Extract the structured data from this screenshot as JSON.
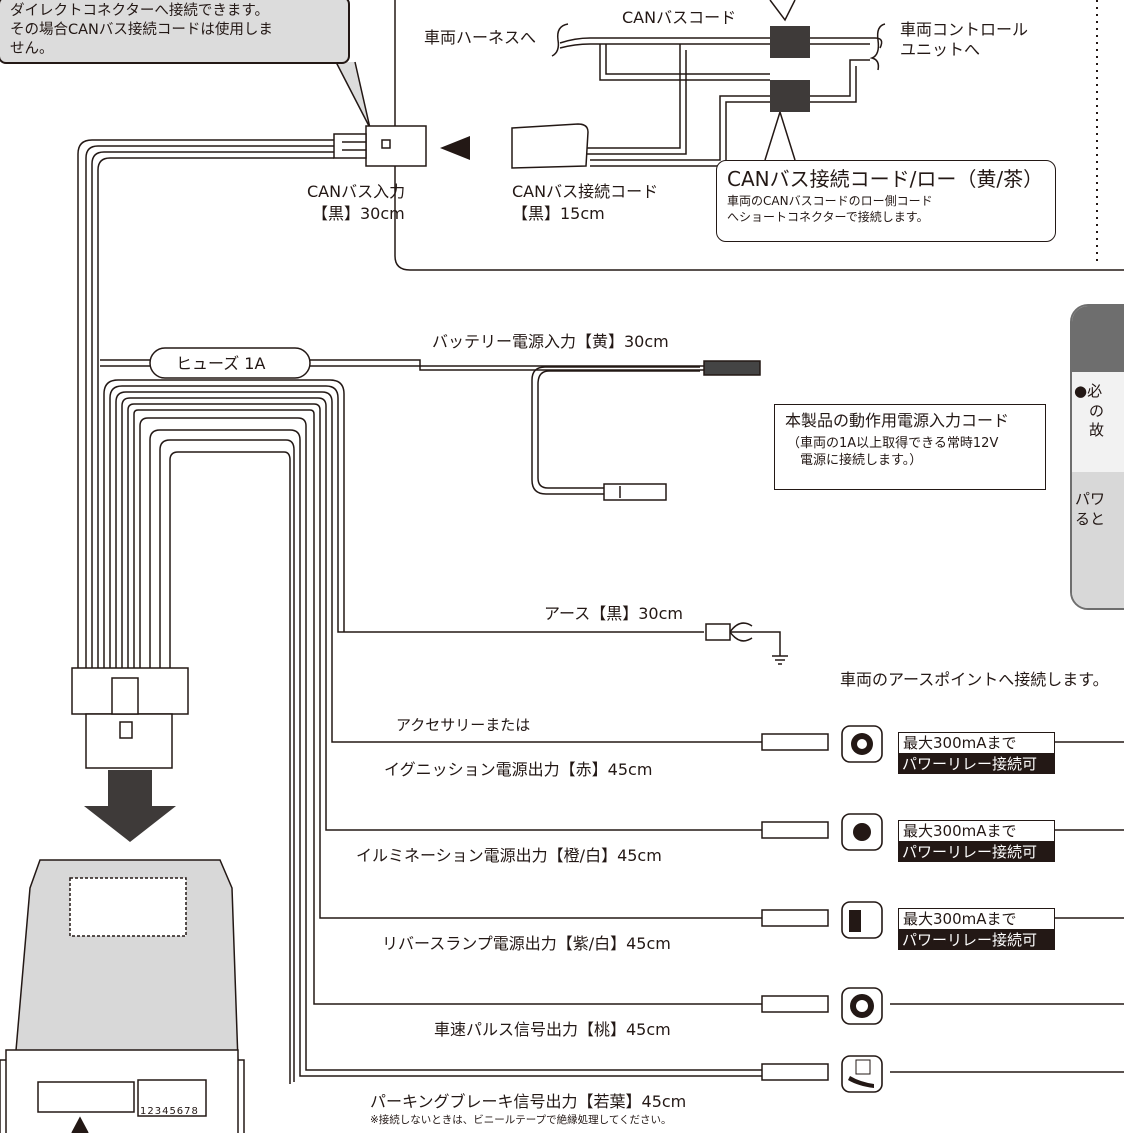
{
  "callout_top": {
    "lines": [
      "ダイレクトコネクターへ接続できます。",
      "その場合CANバス接続コードは使用しま",
      "せん。"
    ]
  },
  "can_section": {
    "harness_label": "車両ハーネスへ",
    "bus_cord_label": "CANバスコード",
    "control_unit_label": [
      "車両コントロール",
      "ユニットへ"
    ],
    "input_label": "CANバス入力",
    "input_spec": "【黒】30cm",
    "connect_cord_label": "CANバス接続コード",
    "connect_cord_spec": "【黒】15cm",
    "low_box_title": "CANバス接続コード/ロー（黄/茶）",
    "low_box_desc": [
      "車両のCANバスコードのロー側コード",
      "へショートコネクターで接続します。"
    ]
  },
  "fuse_label": "ヒューズ 1A",
  "battery": {
    "label": "バッテリー電源入力【黄】30cm",
    "box_title": "本製品の動作用電源入力コード",
    "box_desc": [
      "（車両の1A以上取得できる常時12V",
      "　電源に接続します。）"
    ]
  },
  "side_panel": {
    "line1": "●必",
    "line2": "　の",
    "line3": "　故",
    "line4": "パワ",
    "line5": "ると"
  },
  "earth": {
    "label": "アース【黒】30cm",
    "target": "車両のアースポイントへ接続します。"
  },
  "outputs": [
    {
      "label_top": "アクセサリーまたは",
      "label": "イグニッション電源出力【赤】45cm",
      "icon": "ignition-key-icon",
      "max": "最大300mAまで",
      "relay": "パワーリレー接続可"
    },
    {
      "label_top": "",
      "label": "イルミネーション電源出力【橙/白】45cm",
      "icon": "illumination-light-icon",
      "max": "最大300mAまで",
      "relay": "パワーリレー接続可"
    },
    {
      "label_top": "",
      "label": "リバースランプ電源出力【紫/白】45cm",
      "icon": "reverse-gear-icon",
      "max": "最大300mAまで",
      "relay": "パワーリレー接続可"
    },
    {
      "label_top": "",
      "label": "車速パルス信号出力【桃】45cm",
      "icon": "tire-icon",
      "max": "",
      "relay": ""
    },
    {
      "label_top": "",
      "label": "パーキングブレーキ信号出力【若葉】45cm",
      "icon": "parking-brake-icon",
      "max": "",
      "relay": ""
    }
  ],
  "parking_note": "※接続しないときは、ビニールテープで絶縁処理してください。",
  "dip_numbers": "12345678",
  "colors": {
    "line": "#231815",
    "panel_gray": "#6e6e6e",
    "callout_gray": "#dcdcdc",
    "unit_gray": "#9a9a9a"
  }
}
